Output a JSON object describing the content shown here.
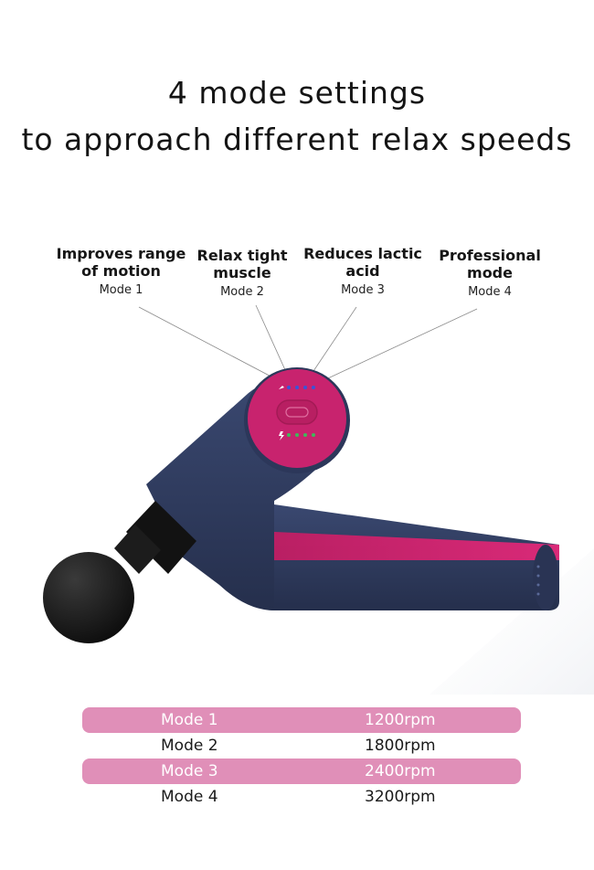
{
  "headline": {
    "line1": "4 mode settings",
    "line2": "to approach different relax speeds"
  },
  "modes": [
    {
      "description": "Improves range\nof motion",
      "name": "Mode 1"
    },
    {
      "description": "Relax tight\nmuscle",
      "name": "Mode 2"
    },
    {
      "description": "Reduces lactic\nacid",
      "name": "Mode 3"
    },
    {
      "description": "Professional\nmode",
      "name": "Mode 4"
    }
  ],
  "speed_table": [
    {
      "mode": "Mode 1",
      "speed": "1200rpm"
    },
    {
      "mode": "Mode 2",
      "speed": "1800rpm"
    },
    {
      "mode": "Mode 3",
      "speed": "2400rpm"
    },
    {
      "mode": "Mode 4",
      "speed": "3200rpm"
    }
  ],
  "colors": {
    "body_navy": "#2f3a5c",
    "accent_magenta": "#c8236e",
    "row_highlight": "#e08fb8",
    "indicator_blue": "#3a55d8",
    "indicator_green": "#3fb85a"
  },
  "icons": [
    "speed-indicator-icon",
    "battery-charge-icon"
  ]
}
